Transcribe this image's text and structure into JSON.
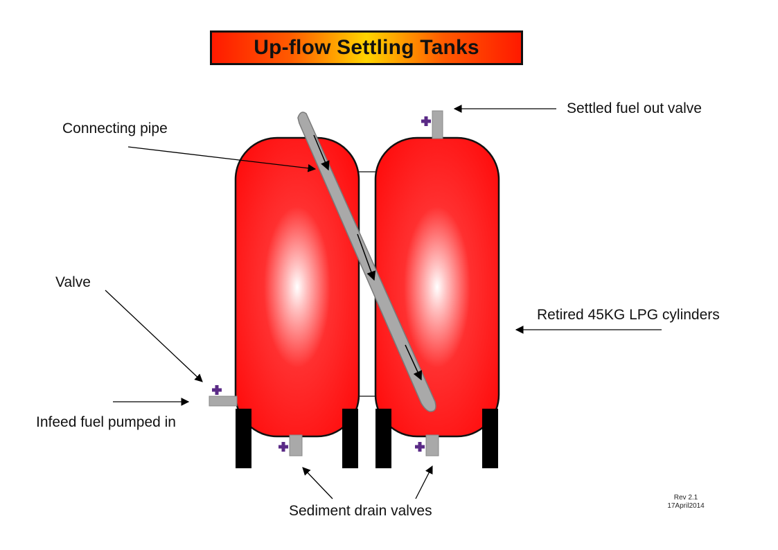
{
  "title": "Up-flow Settling Tanks",
  "labels": {
    "connecting_pipe": "Connecting pipe",
    "settled_fuel_out_valve": "Settled fuel out valve",
    "valve": "Valve",
    "infeed_fuel": "Infeed fuel pumped in",
    "retired_cylinders": "Retired 45KG LPG cylinders",
    "sediment_drain_valves": "Sediment drain valves"
  },
  "revision": {
    "rev": "Rev 2.1",
    "date": "17April2014"
  },
  "colors": {
    "tank_red": "#ff1a1a",
    "tank_highlight": "#ffffff",
    "pipe_grey": "#a9a9a9",
    "valve_handle_purple": "#5a2a86",
    "leg_black": "#000000"
  }
}
